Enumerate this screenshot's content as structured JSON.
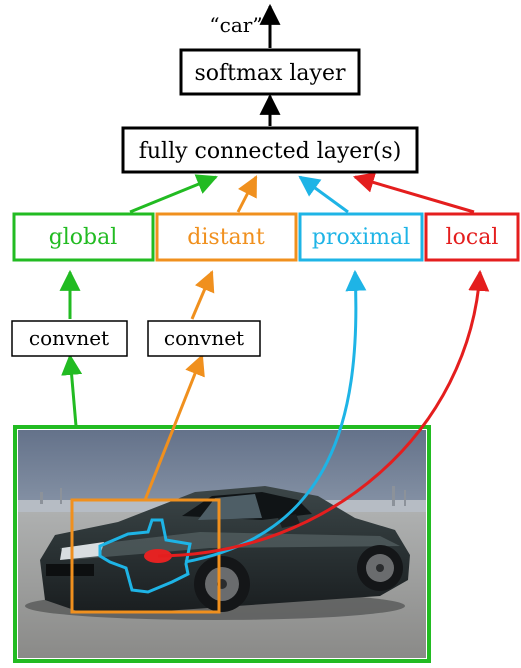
{
  "output_label": "“car”",
  "softmax_label": "softmax layer",
  "fc_label": "fully connected layer(s)",
  "features": {
    "global": "global",
    "distant": "distant",
    "proximal": "proximal",
    "local": "local"
  },
  "convnet_label": "convnet",
  "colors": {
    "green": "#22bb22",
    "orange": "#f0901e",
    "cyan": "#1eb4e6",
    "red": "#e41e1e",
    "black": "#000000"
  }
}
